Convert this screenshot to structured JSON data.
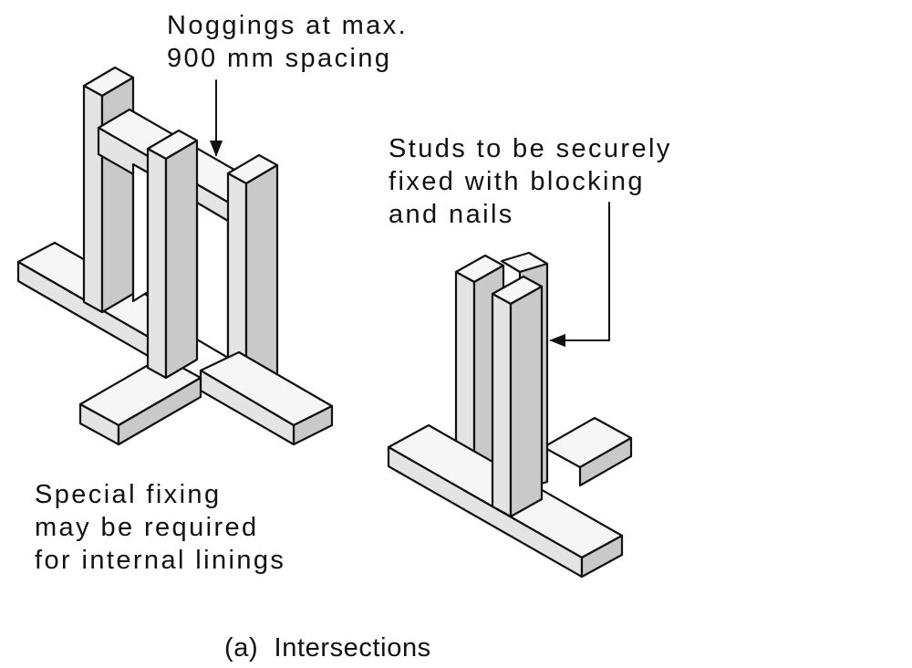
{
  "labels": {
    "noggings": {
      "line1": "Noggings at max.",
      "line2": "900 mm spacing"
    },
    "studs": {
      "line1": "Studs to be securely",
      "line2": "fixed with blocking",
      "line3": "and nails"
    },
    "special": {
      "line1": "Special fixing",
      "line2": "may be required",
      "line3": "for internal linings"
    }
  },
  "caption": "(a)  Intersections",
  "colors": {
    "line": "#111111",
    "top": "#f6f6f6",
    "front": "#e4e4e4",
    "side": "#c9c9c9"
  }
}
